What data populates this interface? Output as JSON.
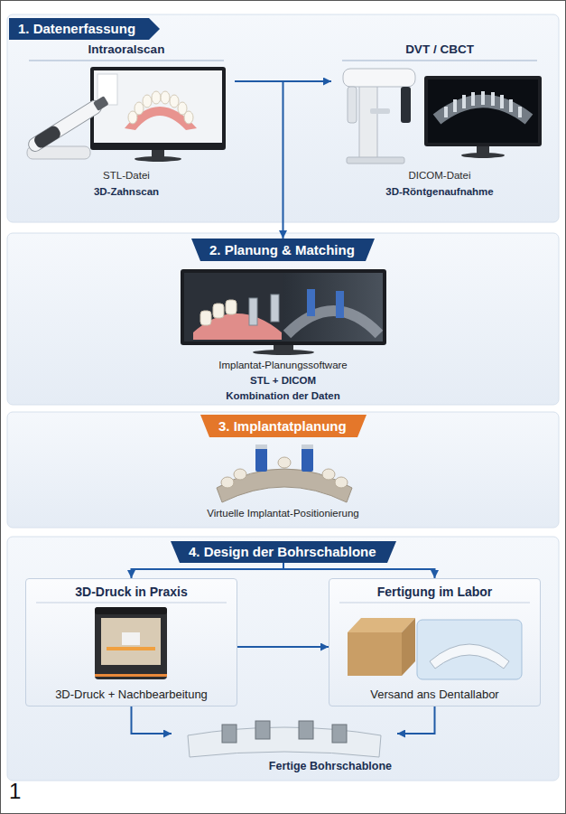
{
  "diagram": {
    "nodes": [
      {
        "text": [
          "1. Datenerfassung"
        ]
      },
      {
        "text": [
          "Intraoralscan",
          "STL-Datei",
          "3D-Zahnscan"
        ]
      },
      {
        "text": [
          "DVT / CBCT",
          "DICOM-Datei",
          "3D-Röntgenaufnahme"
        ]
      },
      {
        "text": [
          "2. Planung & Matching"
        ]
      },
      {
        "text": [
          "Implantat-Planungssoftware",
          "STL + DICOM",
          "Kombination der Daten"
        ]
      },
      {
        "text": [
          "3. Implantatplanung"
        ]
      },
      {
        "text": [
          "Virtuelle Implantat-Positionierung"
        ]
      },
      {
        "text": [
          "4. Design der Bohrschablone"
        ]
      },
      {
        "text": [
          "3D-Druck in Praxis",
          "3D-Druck + Nachbearbeitung"
        ]
      },
      {
        "text": [
          "Fertigung im Labor",
          "Versand ans Dentallabor"
        ]
      },
      {
        "text": [
          "Fertige Bohrschablone"
        ]
      }
    ],
    "edges": [
      {
        "from": 1,
        "to": 2,
        "arrow": "to"
      },
      {
        "from": 1,
        "to": 3,
        "arrow": "to"
      },
      {
        "from": 7,
        "to": 8,
        "arrow": "to"
      },
      {
        "from": 7,
        "to": 9,
        "arrow": "to"
      },
      {
        "from": 8,
        "to": 9,
        "arrow": "to"
      },
      {
        "from": 8,
        "to": 10,
        "arrow": "to"
      },
      {
        "from": 9,
        "to": 10,
        "arrow": "to"
      }
    ],
    "labels": [
      "1"
    ]
  }
}
